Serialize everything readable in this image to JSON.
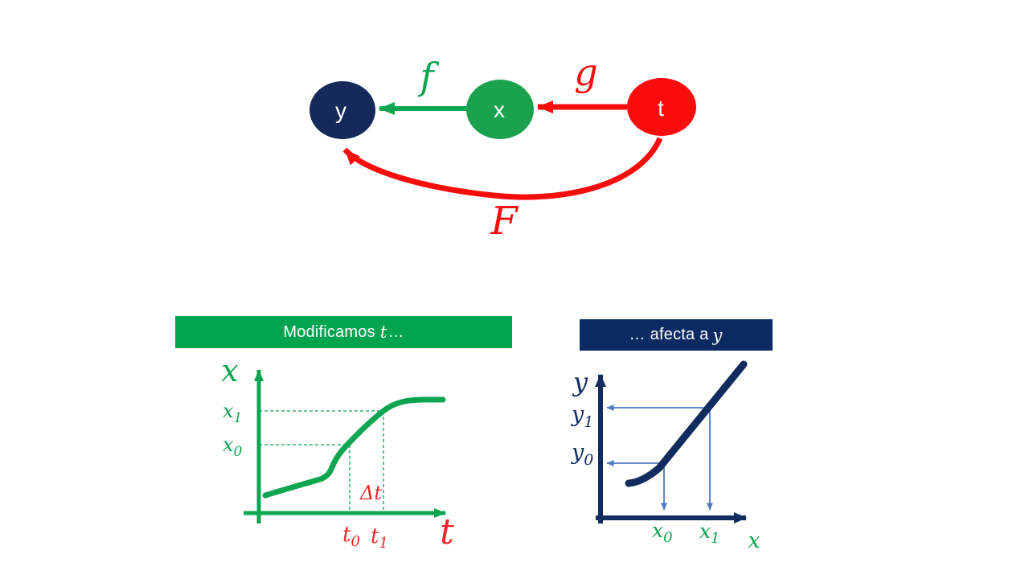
{
  "slide": {
    "background": "#FFFFFF"
  },
  "colors": {
    "green": "#0DA551",
    "banner_green": "#00A44F",
    "navy_circle": "#15295B",
    "banner_navy": "#0D2B63",
    "chart_navy": "#112C5E",
    "red": "#F90C0C",
    "chart_red": "#E8282C",
    "arrow_blue": "#4E7ABF",
    "text_white": "#FFFFFF"
  },
  "diagram": {
    "nodes": {
      "y": {
        "label": "y"
      },
      "x": {
        "label": "x"
      },
      "t": {
        "label": "t"
      }
    },
    "edges": {
      "f": {
        "label": "f"
      },
      "g": {
        "label": "g"
      },
      "F": {
        "label": "F"
      }
    }
  },
  "left_chart": {
    "banner": {
      "text": "Modificamos",
      "var": "t",
      "ellipsis": "…"
    },
    "y_axis_label": "x",
    "x_axis_label": "t",
    "x1": {
      "base": "x",
      "sub": "1"
    },
    "x0": {
      "base": "x",
      "sub": "0"
    },
    "t0": {
      "base": "t",
      "sub": "0"
    },
    "t1": {
      "base": "t",
      "sub": "1"
    },
    "delta": "Δt"
  },
  "right_chart": {
    "banner": {
      "prefix": "…",
      "text": "afecta a",
      "var": "y"
    },
    "y_axis_label": "y",
    "x_axis_label": "x",
    "y1": {
      "base": "y",
      "sub": "1"
    },
    "y0": {
      "base": "y",
      "sub": "0"
    },
    "x0": {
      "base": "x",
      "sub": "0"
    },
    "x1": {
      "base": "x",
      "sub": "1"
    }
  },
  "chart_data": [
    {
      "type": "line",
      "title": "Modificamos t…",
      "xlabel": "t",
      "ylabel": "x",
      "shape": "sigmoid increasing curve",
      "annotations": [
        "x1",
        "x0",
        "t0",
        "t1",
        "Δt"
      ],
      "grid": false
    },
    {
      "type": "line",
      "title": "… afecta a y",
      "xlabel": "x",
      "ylabel": "y",
      "shape": "increasing nearly-linear curve",
      "annotations": [
        "y1",
        "y0",
        "x0",
        "x1"
      ],
      "grid": false
    }
  ]
}
